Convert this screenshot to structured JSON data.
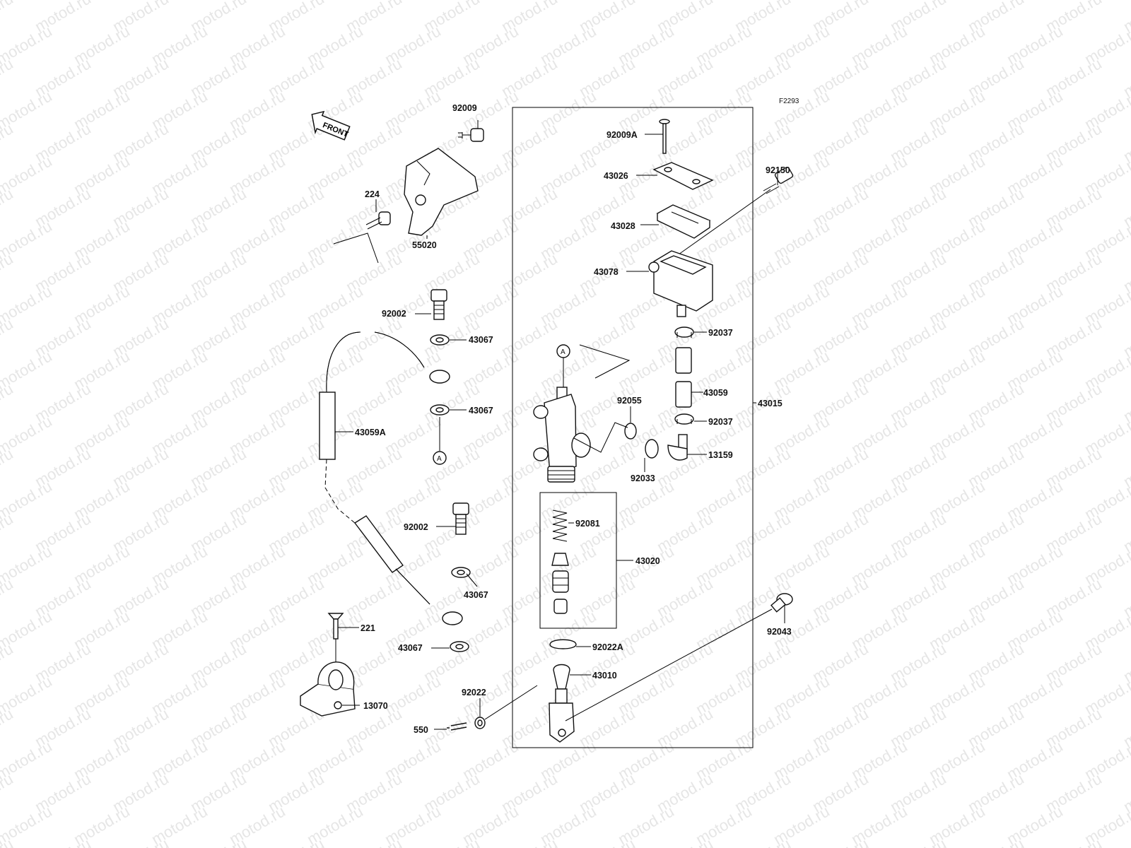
{
  "watermark": "motod.ru",
  "figure_id": "F2293",
  "front_label": "FRONT",
  "labels": {
    "p92009": "92009",
    "p224": "224",
    "p55020": "55020",
    "p92002a": "92002",
    "p43067a": "43067",
    "p43067b": "43067",
    "ref_a1": "A",
    "p43059A": "43059A",
    "p92002b": "92002",
    "p43067c": "43067",
    "p43067d": "43067",
    "p221": "221",
    "p13070": "13070",
    "p550": "550",
    "p92022": "92022",
    "p92009A": "92009A",
    "p43026": "43026",
    "p92150": "92150",
    "p43028": "43028",
    "p43078": "43078",
    "p92037a": "92037",
    "ref_a2": "A",
    "p92055": "92055",
    "p43059": "43059",
    "p43015": "43015",
    "p92037b": "92037",
    "p13159": "13159",
    "p92033": "92033",
    "p92081": "92081",
    "p43020": "43020",
    "p92043": "92043",
    "p92022A": "92022A",
    "p43010": "43010"
  }
}
